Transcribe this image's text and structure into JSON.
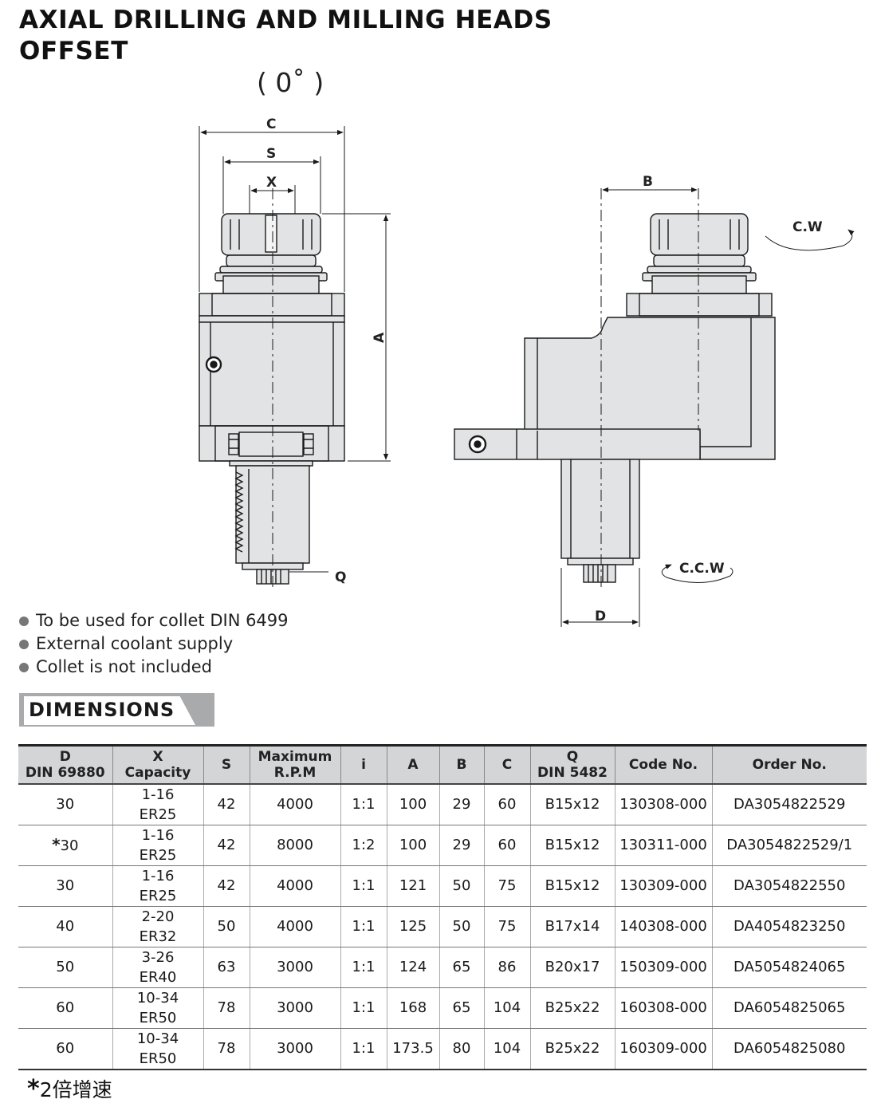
{
  "title": {
    "line1": "AXIAL DRILLING AND MILLING HEADS",
    "line2": "OFFSET"
  },
  "angle": "( 0˚ )",
  "drawing": {
    "labels": {
      "c": "C",
      "s": "S",
      "x": "X",
      "a": "A",
      "q": "Q",
      "b": "B",
      "d": "D",
      "cw": "C.W",
      "ccw": "C.C.W"
    },
    "colors": {
      "body": "#e2e3e4",
      "outline": "#1a1a1a"
    }
  },
  "features": [
    "To be used for collet DIN 6499",
    "External coolant supply",
    "Collet is not included"
  ],
  "dimensions_heading": "DIMENSIONS",
  "table": {
    "headers": [
      {
        "l1": "D",
        "l2": "DIN 69880"
      },
      {
        "l1": "X",
        "l2": "Capacity"
      },
      {
        "l1": "S",
        "l2": ""
      },
      {
        "l1": "Maximum",
        "l2": "R.P.M"
      },
      {
        "l1": "i",
        "l2": ""
      },
      {
        "l1": "A",
        "l2": ""
      },
      {
        "l1": "B",
        "l2": ""
      },
      {
        "l1": "C",
        "l2": ""
      },
      {
        "l1": "Q",
        "l2": "DIN 5482"
      },
      {
        "l1": "Code No.",
        "l2": ""
      },
      {
        "l1": "Order No.",
        "l2": ""
      }
    ],
    "rows": [
      {
        "star": "",
        "d": "30",
        "x1": "1-16",
        "x2": "ER25",
        "s": "42",
        "rpm": "4000",
        "i": "1:1",
        "a": "100",
        "b": "29",
        "c": "60",
        "q": "B15x12",
        "code": "130308-000",
        "order": "DA3054822529"
      },
      {
        "star": "*",
        "d": "30",
        "x1": "1-16",
        "x2": "ER25",
        "s": "42",
        "rpm": "8000",
        "i": "1:2",
        "a": "100",
        "b": "29",
        "c": "60",
        "q": "B15x12",
        "code": "130311-000",
        "order": "DA3054822529/1"
      },
      {
        "star": "",
        "d": "30",
        "x1": "1-16",
        "x2": "ER25",
        "s": "42",
        "rpm": "4000",
        "i": "1:1",
        "a": "121",
        "b": "50",
        "c": "75",
        "q": "B15x12",
        "code": "130309-000",
        "order": "DA3054822550"
      },
      {
        "star": "",
        "d": "40",
        "x1": "2-20",
        "x2": "ER32",
        "s": "50",
        "rpm": "4000",
        "i": "1:1",
        "a": "125",
        "b": "50",
        "c": "75",
        "q": "B17x14",
        "code": "140308-000",
        "order": "DA4054823250"
      },
      {
        "star": "",
        "d": "50",
        "x1": "3-26",
        "x2": "ER40",
        "s": "63",
        "rpm": "3000",
        "i": "1:1",
        "a": "124",
        "b": "65",
        "c": "86",
        "q": "B20x17",
        "code": "150309-000",
        "order": "DA5054824065"
      },
      {
        "star": "",
        "d": "60",
        "x1": "10-34",
        "x2": "ER50",
        "s": "78",
        "rpm": "3000",
        "i": "1:1",
        "a": "168",
        "b": "65",
        "c": "104",
        "q": "B25x22",
        "code": "160308-000",
        "order": "DA6054825065"
      },
      {
        "star": "",
        "d": "60",
        "x1": "10-34",
        "x2": "ER50",
        "s": "78",
        "rpm": "3000",
        "i": "1:1",
        "a": "173.5",
        "b": "80",
        "c": "104",
        "q": "B25x22",
        "code": "160309-000",
        "order": "DA6054825080"
      }
    ]
  },
  "footnote": {
    "star": "*",
    "text": "2倍增速"
  }
}
